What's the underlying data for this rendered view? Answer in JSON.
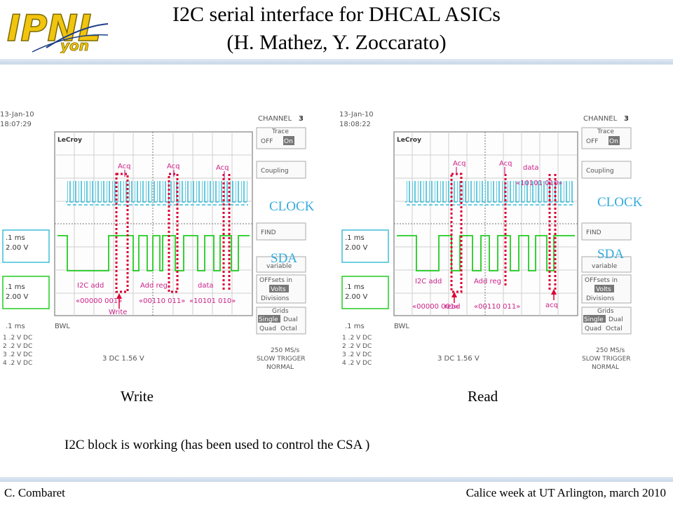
{
  "slide": {
    "title_line1": "I2C serial interface for DHCAL ASICs",
    "title_line2": "(H. Mathez, Y. Zoccarato)",
    "logo_text": "IPNL",
    "logo_sub": "yon",
    "caption_write": "Write",
    "caption_read": "Read",
    "note": "I2C block is working (has been used to control the CSA )",
    "footer_left": "C. Combaret",
    "footer_right": "Calice week at UT Arlington, march 2010",
    "colors": {
      "clock": "#3fbfd8",
      "sda": "#22cc22",
      "marker": "#dd0033",
      "label": "#cc2288",
      "overlay": "#33aadd"
    }
  },
  "scopes": {
    "write": {
      "date": "13-Jan-10",
      "time": "18:07:29",
      "brand": "LeCroy",
      "ch1_timebase": ".1 ms",
      "ch1_volts": "2.00 V",
      "ch2_timebase": ".1 ms",
      "ch2_volts": "2.00 V",
      "bottom_tb": ".1 ms",
      "bwl": "BWL",
      "ch_rows": [
        "1  .2  V  DC",
        "2  .2  V  DC",
        "3  .2  V  DC",
        "4  .2  V  DC"
      ],
      "trigger": "3  DC 1.56 V",
      "acq_labels": [
        "Acq",
        "Acq",
        "Acq"
      ],
      "clock_label": "CLOCK",
      "sda_label": "SDA",
      "field_labels": [
        "I2C add",
        "Add reg",
        "data"
      ],
      "field_values": [
        "«00000 001»",
        "«00110 011»",
        "«10101 010»"
      ],
      "arrow_label": "Write"
    },
    "read": {
      "date": "13-Jan-10",
      "time": "18:08:22",
      "brand": "LeCroy",
      "ch1_timebase": ".1 ms",
      "ch1_volts": "2.00 V",
      "ch2_timebase": ".1 ms",
      "ch2_volts": "2.00 V",
      "bottom_tb": ".1 ms",
      "bwl": "BWL",
      "ch_rows": [
        "1  .2  V  DC",
        "2  .2  V  DC",
        "3  .2  V  DC",
        "4  .2  V  DC"
      ],
      "trigger": "3  DC 1.56 V",
      "acq_labels": [
        "Acq",
        "Acq"
      ],
      "clock_label": "CLOCK",
      "sda_label": "SDA",
      "data_label": "data",
      "data_value": "«10101 010»",
      "field_labels": [
        "I2C add",
        "Add reg"
      ],
      "field_values": [
        "«00000 001»",
        "«00110 011»"
      ],
      "arrow_labels": [
        "read",
        "acq"
      ]
    },
    "menu": {
      "channel": "CHANNEL",
      "channel_num": "3",
      "trace": "Trace",
      "off": "OFF",
      "on": "On",
      "coupling": "Coupling",
      "find": "FIND",
      "variable": "variable",
      "offsets": "OFFsets in",
      "volts": "Volts",
      "divisions": "Divisions",
      "grids": "Grids",
      "single": "Single",
      "dual": "Dual",
      "quad": "Quad",
      "octal": "Octal",
      "rate": "250 MS/s",
      "slow_trigger": "SLOW TRIGGER",
      "normal": "NORMAL"
    }
  }
}
